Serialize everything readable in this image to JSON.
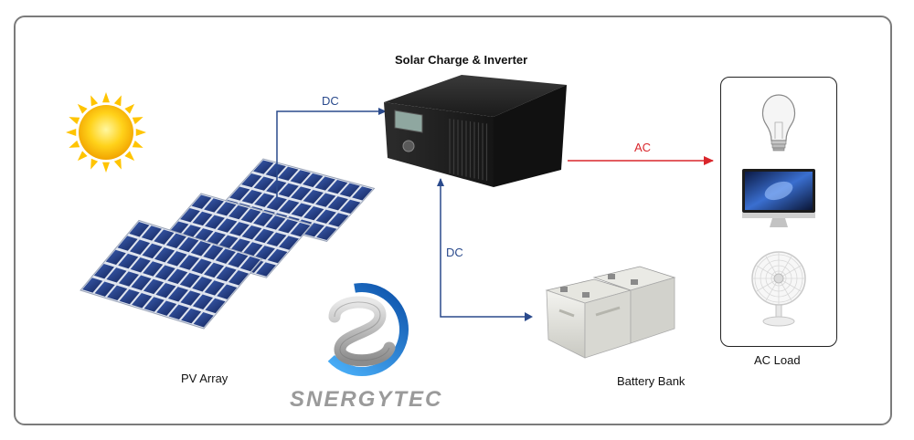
{
  "title": "Solar Charge & Inverter",
  "labels": {
    "pv_array": "PV Array",
    "battery_bank": "Battery Bank",
    "ac_load": "AC Load"
  },
  "connections": {
    "pv_to_inverter": "DC",
    "battery_to_inverter": "DC",
    "inverter_to_load": "AC"
  },
  "logo": {
    "text": "SNERGYTEC"
  },
  "colors": {
    "dc_wire": "#2a4a8c",
    "ac_wire": "#d9262b",
    "frame": "#7b7b7b"
  },
  "icons": [
    "sun-icon",
    "solar-panel-icon",
    "inverter-icon",
    "battery-icon",
    "light-bulb-icon",
    "monitor-icon",
    "fan-icon",
    "logo-icon"
  ]
}
